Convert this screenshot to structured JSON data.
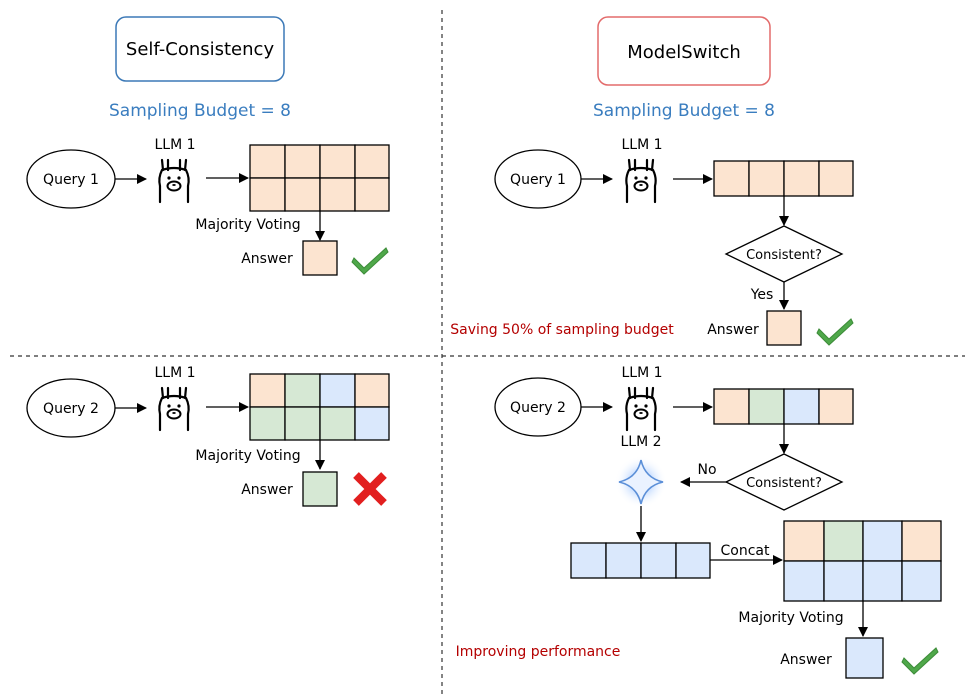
{
  "left": {
    "title": "Self-Consistency",
    "budget": "Sampling Budget = 8",
    "llm_label": "LLM 1",
    "top": {
      "query": "Query 1",
      "voting": "Majority Voting",
      "answer_label": "Answer",
      "result": "correct"
    },
    "bottom": {
      "query": "Query 2",
      "voting": "Majority Voting",
      "answer_label": "Answer",
      "result": "wrong"
    }
  },
  "right": {
    "title": "ModelSwitch",
    "budget": "Sampling Budget = 8",
    "top": {
      "query": "Query 1",
      "llm_label": "LLM 1",
      "decision": "Consistent?",
      "yes_label": "Yes",
      "answer_label": "Answer",
      "note": "Saving 50% of sampling budget",
      "result": "correct"
    },
    "bottom": {
      "query": "Query 2",
      "llm1_label": "LLM 1",
      "llm2_label": "LLM 2",
      "decision": "Consistent?",
      "no_label": "No",
      "concat_label": "Concat",
      "voting": "Majority Voting",
      "answer_label": "Answer",
      "note": "Improving performance",
      "result": "correct"
    }
  },
  "colors": {
    "orange": "#fce4d0",
    "green": "#d6e8d4",
    "blue": "#dae8fc",
    "title_left_border": "#3c79b7",
    "title_right_border": "#e36b6b",
    "budget_text": "#3a7dbf",
    "note_text": "#b40000",
    "check": "#4fa84a",
    "cross": "#e21f1f"
  }
}
